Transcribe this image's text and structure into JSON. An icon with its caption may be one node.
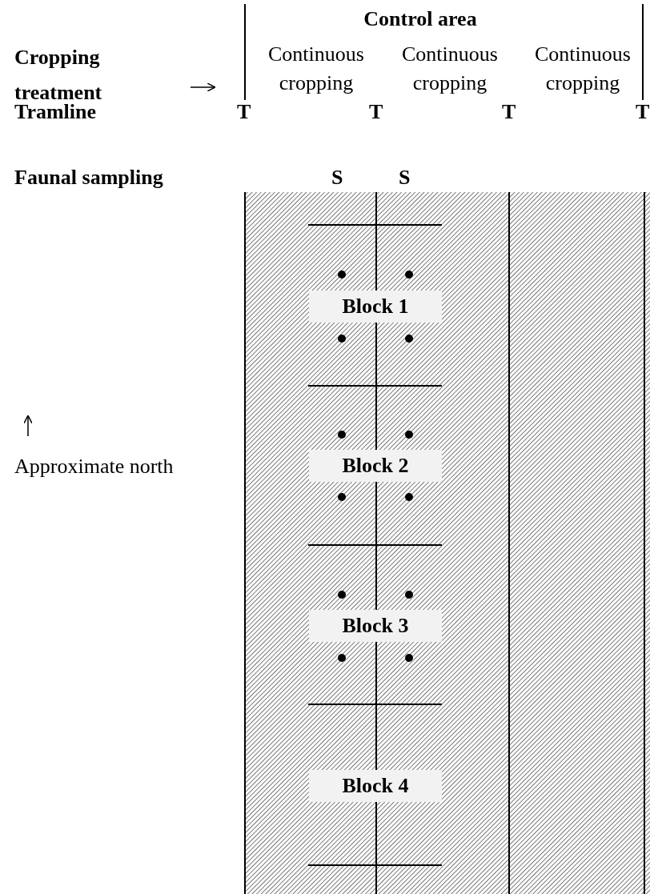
{
  "diagram": {
    "nodes": [
      {
        "text": [
          "Block 1"
        ]
      },
      {
        "text": [
          "Block 2"
        ]
      },
      {
        "text": [
          "Block 3"
        ]
      },
      {
        "text": [
          "Block 4"
        ]
      }
    ],
    "labels": [
      "Control area",
      "Cropping treatment",
      "Continuous cropping",
      "Continuous cropping",
      "Continuous cropping",
      "Tramline",
      "T",
      "T",
      "T",
      "T",
      "Faunal sampling",
      "S",
      "S",
      "Approximate north"
    ]
  }
}
